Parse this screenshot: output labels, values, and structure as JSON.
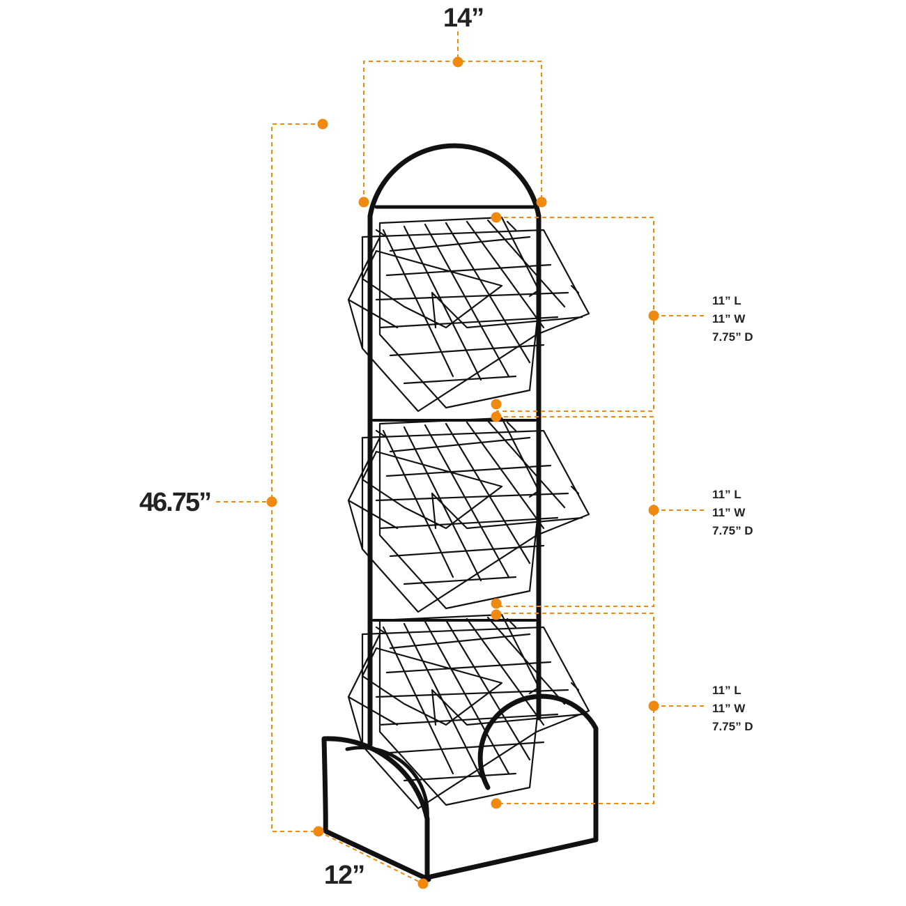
{
  "colors": {
    "accent": "#F0890F",
    "frame": "#111111",
    "text": "#222222",
    "background": "#FFFFFF"
  },
  "dimensions": {
    "width_top": "14”",
    "height": "46.75”",
    "depth_base": "12”"
  },
  "baskets": [
    {
      "length": "11” L",
      "width": "11” W",
      "depth": "7.75” D"
    },
    {
      "length": "11” L",
      "width": "11” W",
      "depth": "7.75” D"
    },
    {
      "length": "11” L",
      "width": "11” W",
      "depth": "7.75” D"
    }
  ]
}
